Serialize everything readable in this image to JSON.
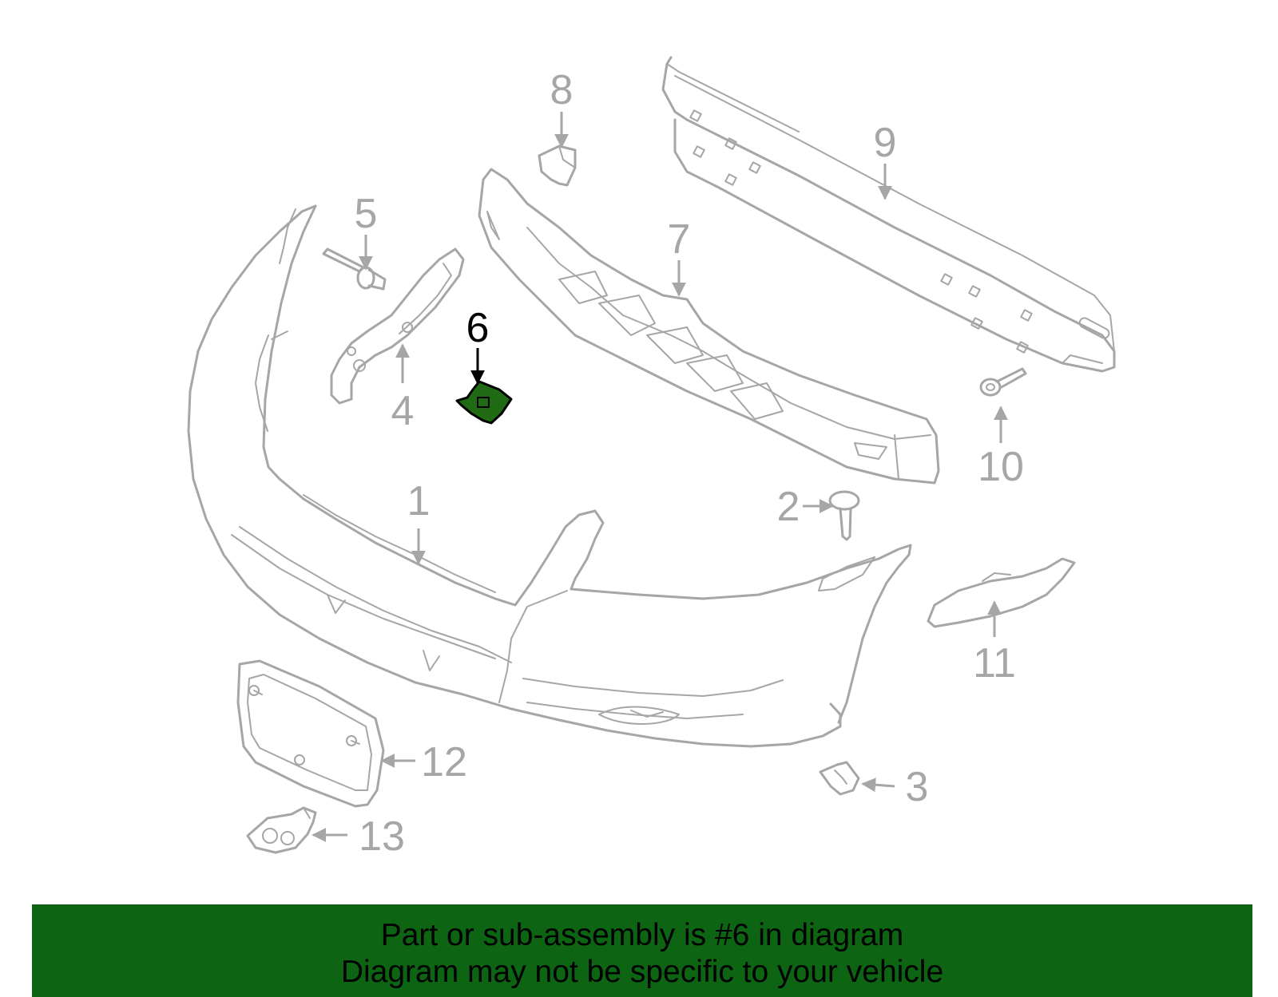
{
  "diagram": {
    "highlight_part": "6",
    "colors": {
      "line": "#a6a6a6",
      "highlight_fill": "#1f6a12",
      "highlight_text": "#000000",
      "banner_bg": "#0d6412"
    },
    "callouts": [
      {
        "id": "1",
        "label": "1"
      },
      {
        "id": "2",
        "label": "2"
      },
      {
        "id": "3",
        "label": "3"
      },
      {
        "id": "4",
        "label": "4"
      },
      {
        "id": "5",
        "label": "5"
      },
      {
        "id": "6",
        "label": "6"
      },
      {
        "id": "7",
        "label": "7"
      },
      {
        "id": "8",
        "label": "8"
      },
      {
        "id": "9",
        "label": "9"
      },
      {
        "id": "10",
        "label": "10"
      },
      {
        "id": "11",
        "label": "11"
      },
      {
        "id": "12",
        "label": "12"
      },
      {
        "id": "13",
        "label": "13"
      }
    ]
  },
  "banner": {
    "line1": "Part or sub-assembly is #6 in diagram",
    "line2": "Diagram may not be specific to your vehicle"
  }
}
